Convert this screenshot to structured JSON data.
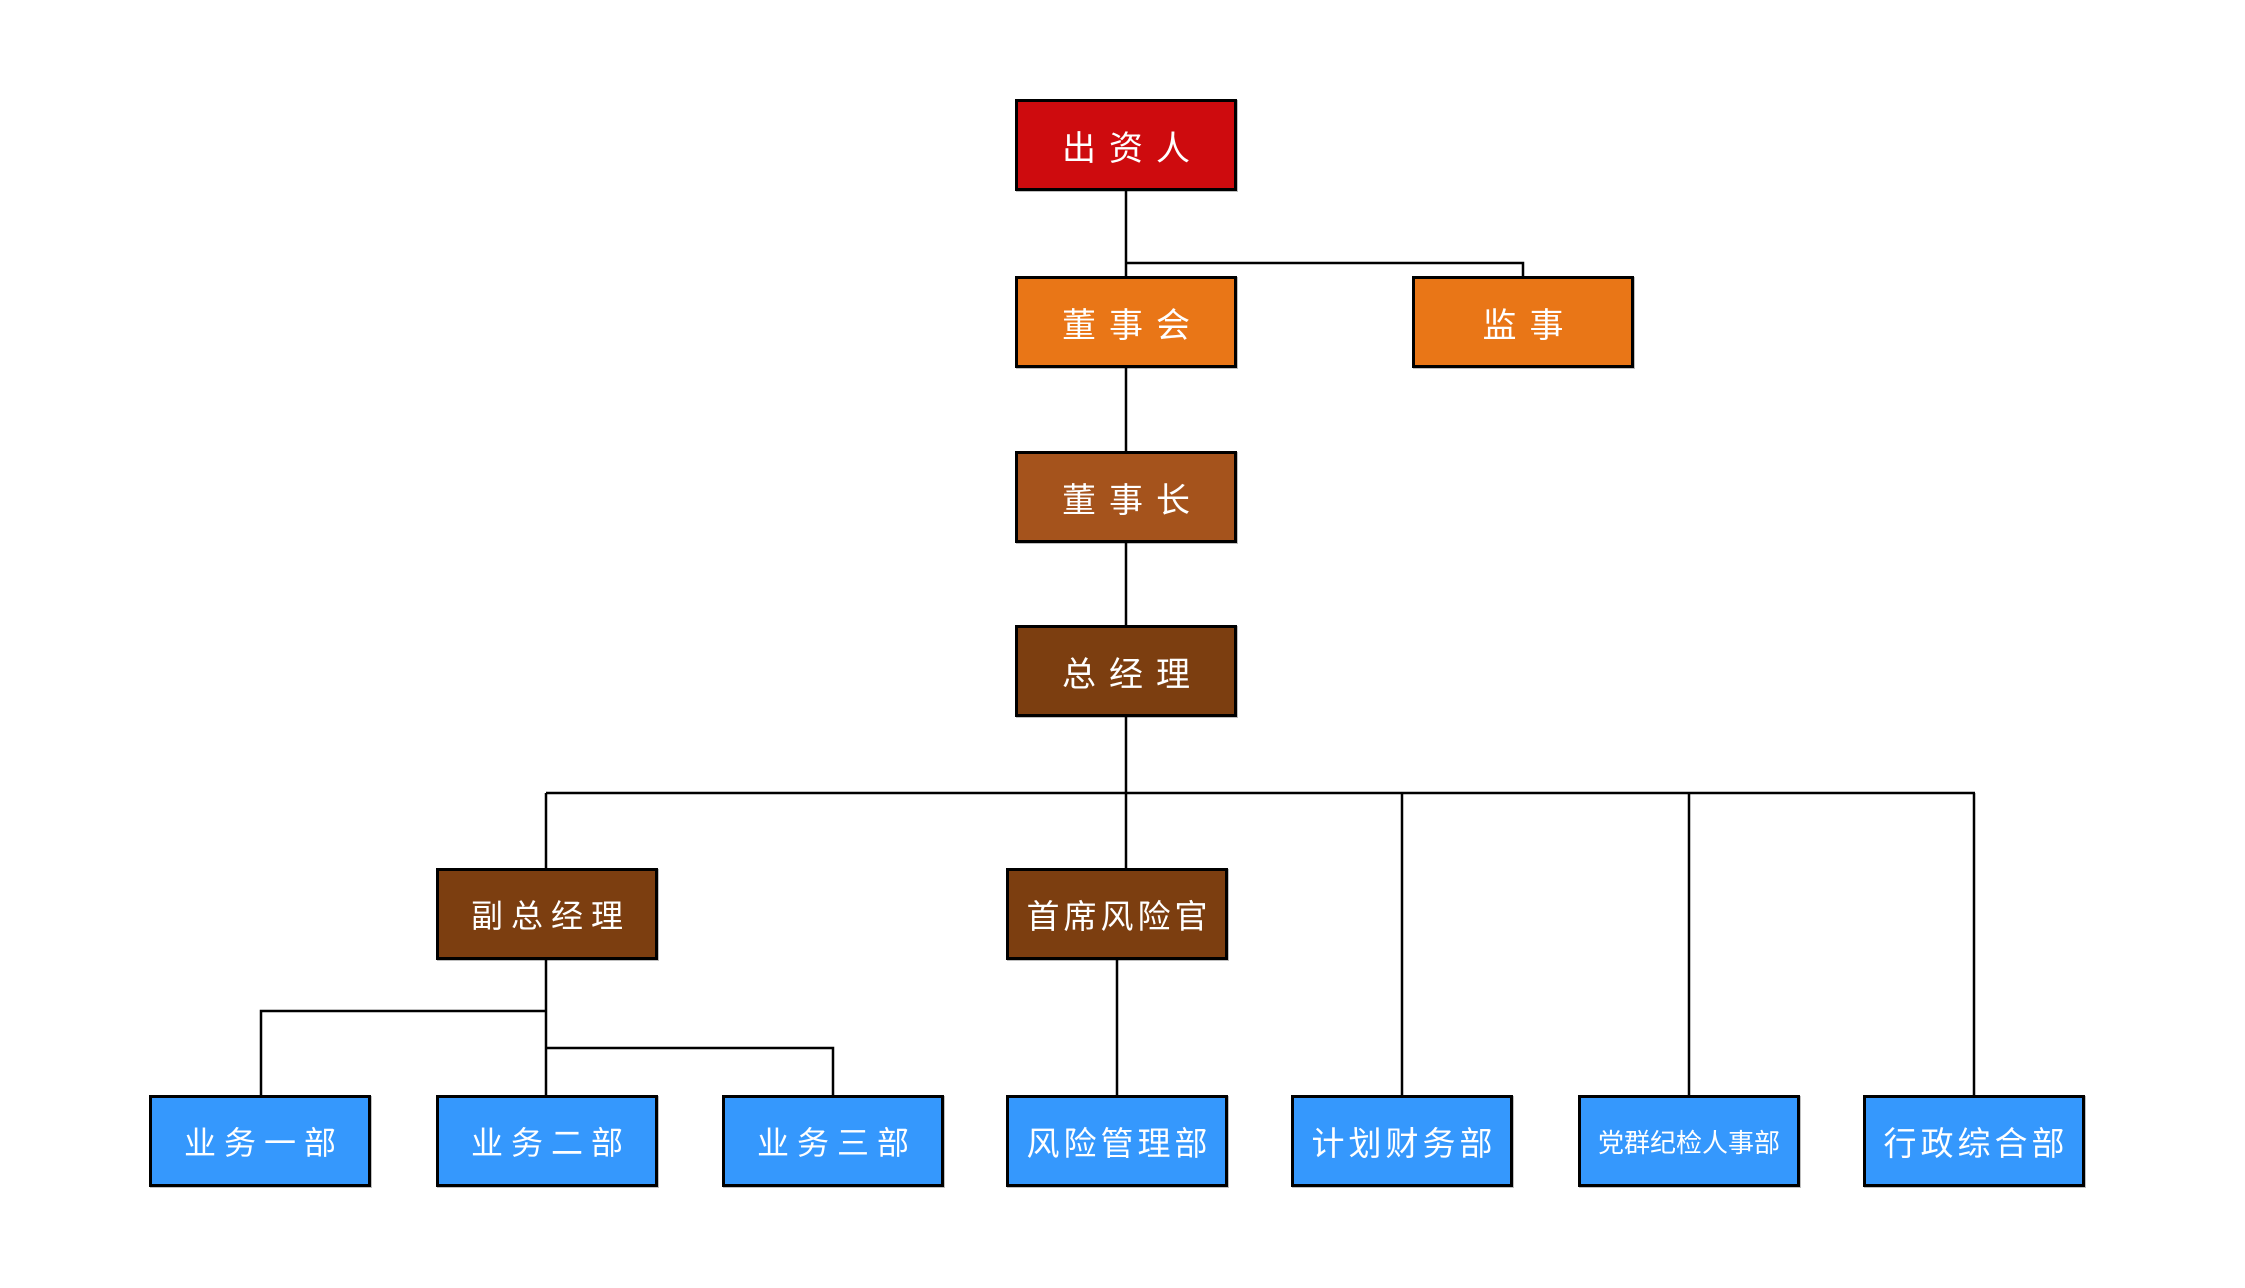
{
  "colors": {
    "red": "#CE0B0E",
    "orange": "#E97617",
    "brown": "#A5531C",
    "darkbrown": "#7C3E10",
    "blue": "#3598FD",
    "line": "#000000",
    "text": "#FFFFFF"
  },
  "org": {
    "nodes": [
      {
        "id": "investor",
        "label": "出资人",
        "level": 1,
        "color": "red"
      },
      {
        "id": "board-of-directors",
        "label": "董事会",
        "level": 2,
        "color": "orange"
      },
      {
        "id": "supervisor",
        "label": "监事",
        "level": 2,
        "color": "orange"
      },
      {
        "id": "chairman",
        "label": "董事长",
        "level": 3,
        "color": "brown"
      },
      {
        "id": "general-manager",
        "label": "总经理",
        "level": 4,
        "color": "darkbrown"
      },
      {
        "id": "deputy-general-manager",
        "label": "副总经理",
        "level": 5,
        "color": "darkbrown"
      },
      {
        "id": "chief-risk-officer",
        "label": "首席风险官",
        "level": 5,
        "color": "darkbrown"
      },
      {
        "id": "business-dept-1",
        "label": "业务一部",
        "level": 6,
        "color": "blue"
      },
      {
        "id": "business-dept-2",
        "label": "业务二部",
        "level": 6,
        "color": "blue"
      },
      {
        "id": "business-dept-3",
        "label": "业务三部",
        "level": 6,
        "color": "blue"
      },
      {
        "id": "risk-management-dept",
        "label": "风险管理部",
        "level": 6,
        "color": "blue"
      },
      {
        "id": "planning-finance-dept",
        "label": "计划财务部",
        "level": 6,
        "color": "blue"
      },
      {
        "id": "party-discipline-hr-dept",
        "label": "党群纪检人事部",
        "level": 6,
        "color": "blue"
      },
      {
        "id": "admin-general-dept",
        "label": "行政综合部",
        "level": 6,
        "color": "blue"
      }
    ],
    "edges": [
      {
        "from": "出资人",
        "to": "董事会"
      },
      {
        "from": "出资人",
        "to": "监事"
      },
      {
        "from": "董事会",
        "to": "董事长"
      },
      {
        "from": "董事长",
        "to": "总经理"
      },
      {
        "from": "总经理",
        "to": "副总经理"
      },
      {
        "from": "总经理",
        "to": "首席风险官"
      },
      {
        "from": "总经理",
        "to": "计划财务部"
      },
      {
        "from": "总经理",
        "to": "党群纪检人事部"
      },
      {
        "from": "总经理",
        "to": "行政综合部"
      },
      {
        "from": "副总经理",
        "to": "业务一部"
      },
      {
        "from": "副总经理",
        "to": "业务二部"
      },
      {
        "from": "副总经理",
        "to": "业务三部"
      },
      {
        "from": "首席风险官",
        "to": "风险管理部"
      }
    ]
  }
}
